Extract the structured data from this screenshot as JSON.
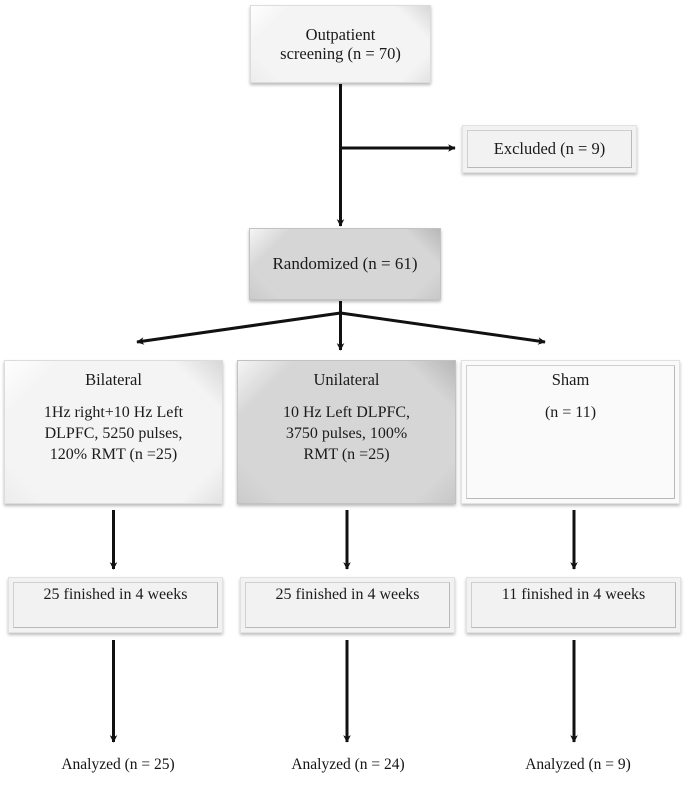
{
  "figure": {
    "type": "consort-flow-diagram",
    "title": "",
    "background_color": "#ffffff",
    "line_color": "#111111"
  },
  "nodes": {
    "screening": {
      "id": "outpatient-screening",
      "line1": "Outpatient",
      "line2": "screening (n = 70)",
      "style": "bevel-light"
    },
    "excluded": {
      "id": "excluded",
      "label": "Excluded (n = 9)",
      "style": "inset-light"
    },
    "randomized": {
      "id": "randomized",
      "label": "Randomized (n = 61)",
      "style": "bevel-gray"
    },
    "arms": [
      {
        "id": "bilateral",
        "title": "Bilateral",
        "body_lines": [
          "1Hz right+10 Hz Left",
          "DLPFC, 5250 pulses,",
          "120% RMT (n =25)"
        ],
        "style": "bevel-light"
      },
      {
        "id": "unilateral",
        "title": "Unilateral",
        "body_lines": [
          "10 Hz Left DLPFC,",
          "3750 pulses, 100%",
          "RMT (n =25)"
        ],
        "style": "bevel-gray"
      },
      {
        "id": "sham",
        "title": "Sham",
        "body_lines": [
          "(n = 11)"
        ],
        "style": "inset-white"
      }
    ],
    "finished": [
      {
        "id": "finished-bilateral",
        "label": "25 finished in 4 weeks"
      },
      {
        "id": "finished-unilateral",
        "label": "25 finished in 4 weeks"
      },
      {
        "id": "finished-sham",
        "label": "11 finished in 4 weeks"
      }
    ],
    "analyzed": [
      {
        "id": "analyzed-bilateral",
        "label": "Analyzed (n = 25)"
      },
      {
        "id": "analyzed-unilateral",
        "label": "Analyzed (n = 24)"
      },
      {
        "id": "analyzed-sham",
        "label": "Analyzed (n = 9)"
      }
    ]
  },
  "flow_data": {
    "counts": {
      "screened": 70,
      "excluded": 9,
      "randomized": 61,
      "bilateral_allocated": 25,
      "unilateral_allocated": 25,
      "sham_allocated": 11,
      "bilateral_finished": 25,
      "unilateral_finished": 25,
      "sham_finished": 11,
      "bilateral_analyzed": 25,
      "unilateral_analyzed": 24,
      "sham_analyzed": 9
    },
    "edges": [
      {
        "from": "screening",
        "to": "excluded",
        "kind": "right-branch"
      },
      {
        "from": "screening",
        "to": "randomized",
        "kind": "down"
      },
      {
        "from": "randomized",
        "to": "bilateral",
        "kind": "fan-left"
      },
      {
        "from": "randomized",
        "to": "unilateral",
        "kind": "fan-center"
      },
      {
        "from": "randomized",
        "to": "sham",
        "kind": "fan-right"
      },
      {
        "from": "bilateral",
        "to": "finished-bilateral",
        "kind": "down"
      },
      {
        "from": "unilateral",
        "to": "finished-unilateral",
        "kind": "down"
      },
      {
        "from": "sham",
        "to": "finished-sham",
        "kind": "down"
      },
      {
        "from": "finished-bilateral",
        "to": "analyzed-bilateral",
        "kind": "down"
      },
      {
        "from": "finished-unilateral",
        "to": "analyzed-unilateral",
        "kind": "down"
      },
      {
        "from": "finished-sham",
        "to": "analyzed-sham",
        "kind": "down"
      }
    ]
  }
}
